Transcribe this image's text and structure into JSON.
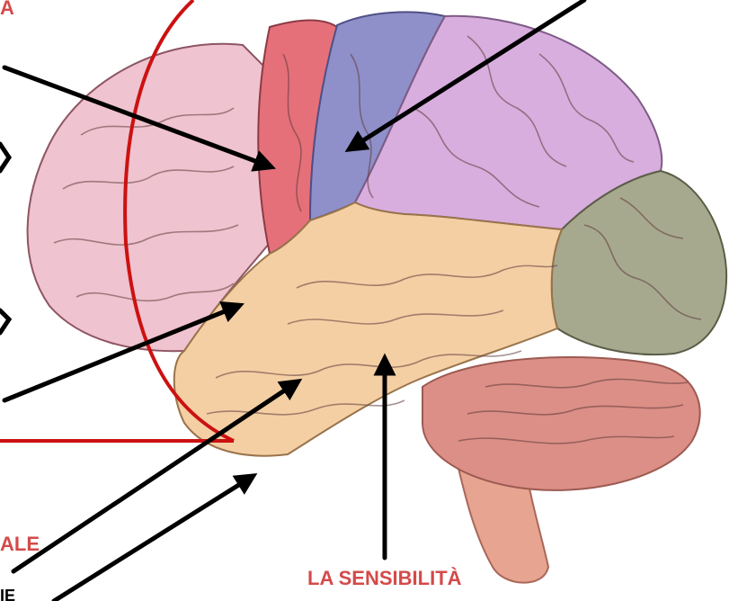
{
  "labels": {
    "top_left_fragment": "A",
    "bottom_left_fragment": "ALE",
    "bottom_center": "LA SENSIBILITÀ",
    "bottom_left_cut": "IE"
  },
  "colors": {
    "frontal": "#efc3cf",
    "motor": "#e5707a",
    "premotor_blue": "#8f90c9",
    "parietal": "#d8aede",
    "occipital": "#a7a98f",
    "temporal": "#f4cfa4",
    "cerebellum": "#dc8f86",
    "brainstem": "#e7a591",
    "label_red": "#d44a4a",
    "outline_red": "#cc1111"
  }
}
